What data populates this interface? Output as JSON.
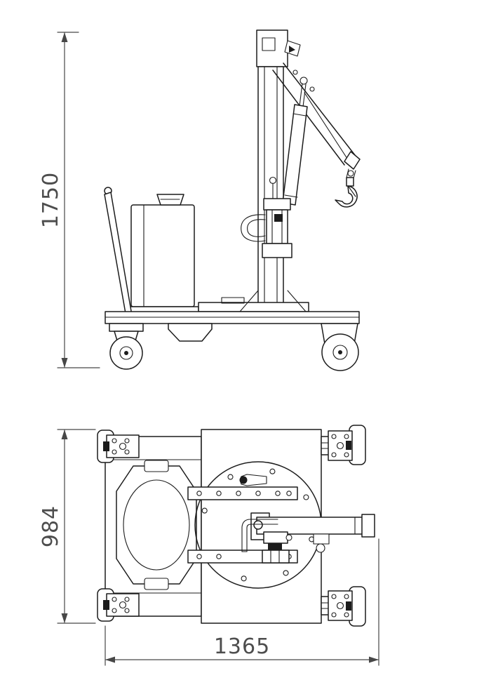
{
  "canvas": {
    "background": "#ffffff",
    "line_color": "#1c1c1c",
    "dimension_color": "#4d4d4d"
  },
  "dimensions": {
    "overall_height": {
      "value": "1750",
      "orientation": "vertical",
      "view": "side-elevation"
    },
    "overall_depth": {
      "value": "984",
      "orientation": "vertical",
      "view": "plan"
    },
    "overall_width": {
      "value": "1365",
      "orientation": "horizontal",
      "view": "plan"
    }
  }
}
